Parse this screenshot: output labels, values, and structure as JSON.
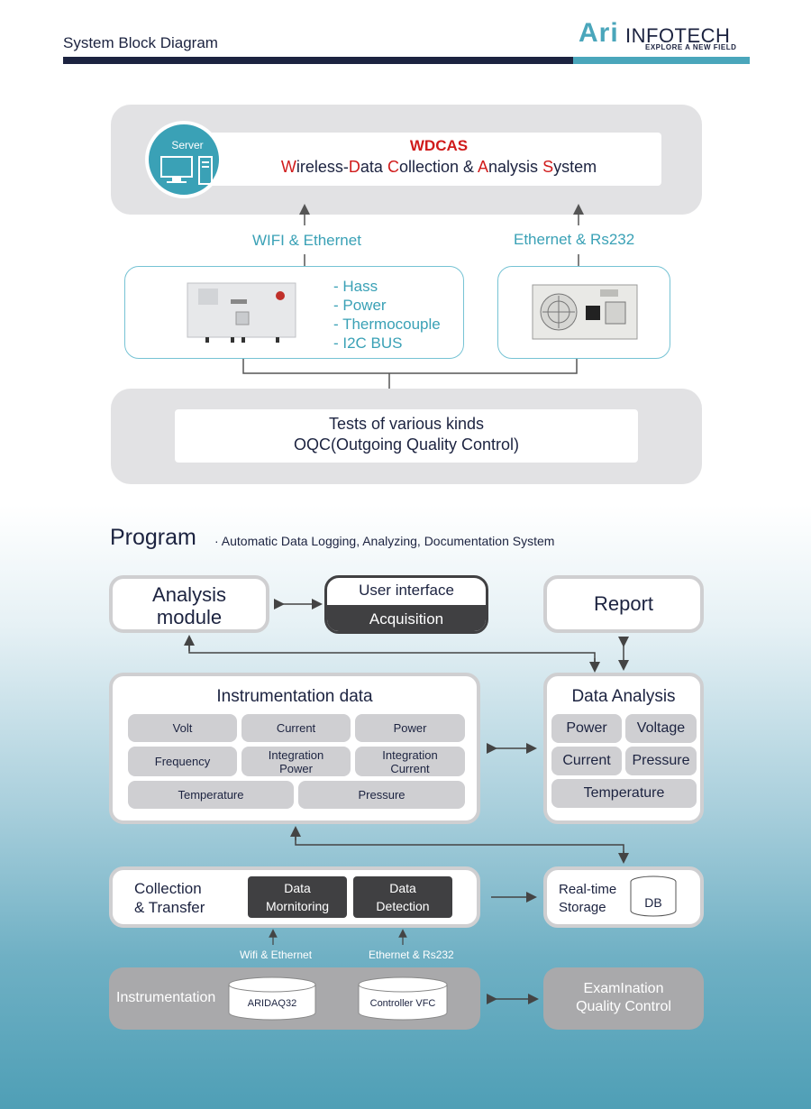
{
  "header": {
    "title": "System Block Diagram",
    "logo_ari": "Ari",
    "logo_infotech": "INFOTECH",
    "logo_tagline": "EXPLORE A NEW FIELD"
  },
  "block": {
    "server_label": "Server",
    "wdcas_title": "WDCAS",
    "wdcas_subtitle_parts": [
      "W",
      "ireless-",
      "D",
      "ata ",
      "C",
      "ollection & ",
      "A",
      "nalysis ",
      "S",
      "ystem"
    ],
    "left_link": "WIFI & Ethernet",
    "right_link": "Ethernet & Rs232",
    "device_list": [
      "- Hass",
      "- Power",
      "- Thermocouple",
      "- I2C BUS"
    ],
    "tests_line1": "Tests of various kinds",
    "tests_line2": "OQC(Outgoing Quality Control)"
  },
  "program": {
    "title": "Program",
    "subtitle": "· Automatic Data Logging, Analyzing, Documentation System",
    "analysis_module": [
      "Analysis",
      "module"
    ],
    "ui_top": "User interface",
    "ui_bottom": "Acquisition",
    "report": "Report",
    "instrumentation_data": {
      "title": "Instrumentation data",
      "row1": [
        "Volt",
        "Current",
        "Power"
      ],
      "row2": [
        "Frequency",
        "Integration\nPower",
        "Integration\nCurrent"
      ],
      "row3": [
        "Temperature",
        "Pressure"
      ]
    },
    "data_analysis": {
      "title": "Data Analysis",
      "row1": [
        "Power",
        "Voltage"
      ],
      "row2": [
        "Current",
        "Pressure"
      ],
      "row3": "Temperature"
    },
    "collection": {
      "title_line1": "Collection",
      "title_line2": "& Transfer",
      "box1": [
        "Data",
        "Mornitoring"
      ],
      "box2": [
        "Data",
        "Detection"
      ]
    },
    "storage": {
      "title_line1": "Real-time",
      "title_line2": "Storage",
      "db": "DB"
    },
    "link_left": "Wifi & Ethernet",
    "link_right": "Ethernet & Rs232",
    "instrumentation": {
      "title": "Instrumentation",
      "cyl1": "ARIDAQ32",
      "cyl2": "Controller VFC"
    },
    "exam": [
      "ExamInation",
      "Quality Control"
    ]
  },
  "colors": {
    "navy": "#1c2340",
    "teal": "#3aa1b6",
    "red": "#d01b1b",
    "panel_gray": "#e2e2e4",
    "dark": "#404042"
  }
}
